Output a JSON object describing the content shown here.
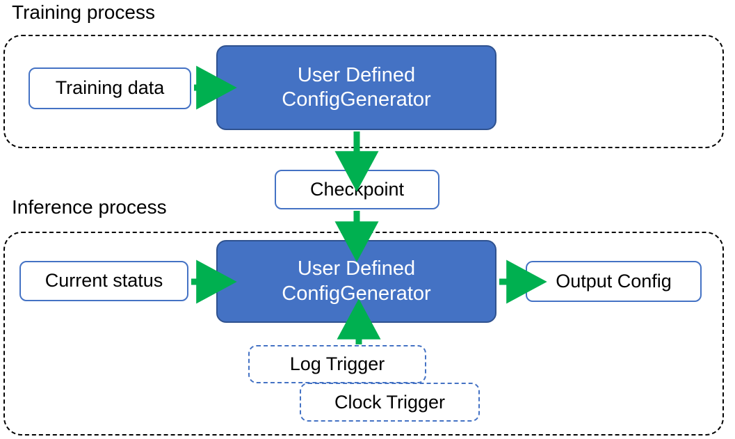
{
  "diagram": {
    "title_training": "Training process",
    "title_inference": "Inference process",
    "colors": {
      "process_fill": "#4472C4",
      "process_stroke": "#2F528F",
      "node_stroke": "#4472C4",
      "arrow": "#00B050",
      "group_stroke": "#000000",
      "text_dark": "#000000",
      "text_light": "#FFFFFF"
    },
    "training": {
      "label": "Training process",
      "nodes": {
        "training_data": "Training data",
        "config_generator_line1": "User Defined",
        "config_generator_line2": "ConfigGenerator"
      }
    },
    "checkpoint": {
      "label": "Checkpoint"
    },
    "inference": {
      "label": "Inference process",
      "nodes": {
        "current_status": "Current status",
        "config_generator_line1": "User Defined",
        "config_generator_line2": "ConfigGenerator",
        "output_config": "Output Config",
        "log_trigger": "Log Trigger",
        "clock_trigger": "Clock Trigger"
      }
    },
    "arrows": [
      {
        "name": "training-data-to-generator",
        "from": "Training data",
        "to": "User Defined ConfigGenerator",
        "direction": "right"
      },
      {
        "name": "generator-to-checkpoint",
        "from": "User Defined ConfigGenerator",
        "to": "Checkpoint",
        "direction": "down"
      },
      {
        "name": "checkpoint-to-inference-generator",
        "from": "Checkpoint",
        "to": "User Defined ConfigGenerator",
        "direction": "down"
      },
      {
        "name": "current-status-to-generator",
        "from": "Current status",
        "to": "User Defined ConfigGenerator",
        "direction": "right"
      },
      {
        "name": "generator-to-output-config",
        "from": "User Defined ConfigGenerator",
        "to": "Output Config",
        "direction": "right"
      },
      {
        "name": "triggers-to-generator",
        "from": "Log Trigger",
        "to": "User Defined ConfigGenerator",
        "direction": "up"
      }
    ]
  }
}
